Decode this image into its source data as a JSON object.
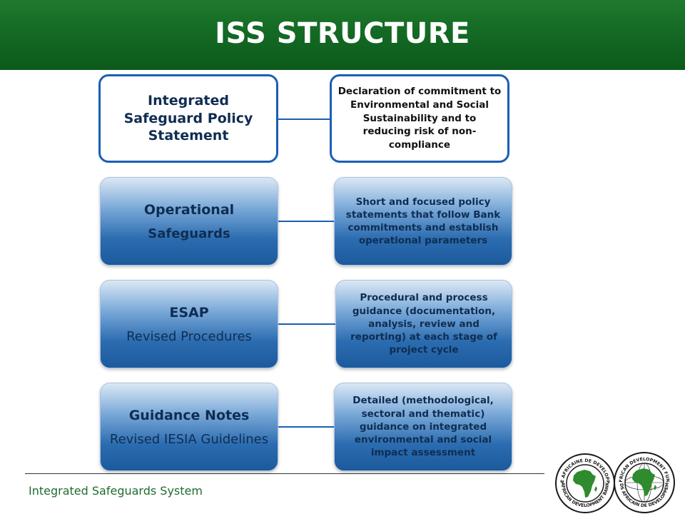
{
  "header": {
    "title": "ISS STRUCTURE"
  },
  "rows": [
    {
      "left_main": "Integrated Safeguard Policy Statement",
      "left_sub": "",
      "right": "Declaration of commitment to Environmental and Social Sustainability and to reducing risk of non-compliance"
    },
    {
      "left_main": "Operational",
      "left_sub": "Safeguards",
      "right": "Short and focused policy statements that follow Bank commitments and establish operational parameters"
    },
    {
      "left_main": "ESAP",
      "left_sub": "Revised Procedures",
      "right": "Procedural and process guidance (documentation, analysis, review and reporting) at each stage of project cycle"
    },
    {
      "left_main": "Guidance Notes",
      "left_sub": "Revised IESIA Guidelines",
      "right": "Detailed (methodological, sectoral and thematic) guidance on integrated environmental and social impact assessment"
    }
  ],
  "footer": {
    "text": "Integrated Safeguards System"
  },
  "logos": {
    "bank": {
      "top_text": "BANQUE AFRICAINE DE DEVELOPPEMENT",
      "bottom_text": "AFRICAN DEVELOPMENT BANK"
    },
    "fund": {
      "top_text": "AFRICAN DEVELOPMENT FUND",
      "bottom_text": "FONDS AFRICAIN DE DEVELOPPEMENT"
    }
  },
  "colors": {
    "header_green": "#146a24",
    "box_blue": "#2b6cb0",
    "border_blue": "#1a5fb4",
    "text_navy": "#0f2d52",
    "footer_green": "#1f6b2e"
  }
}
